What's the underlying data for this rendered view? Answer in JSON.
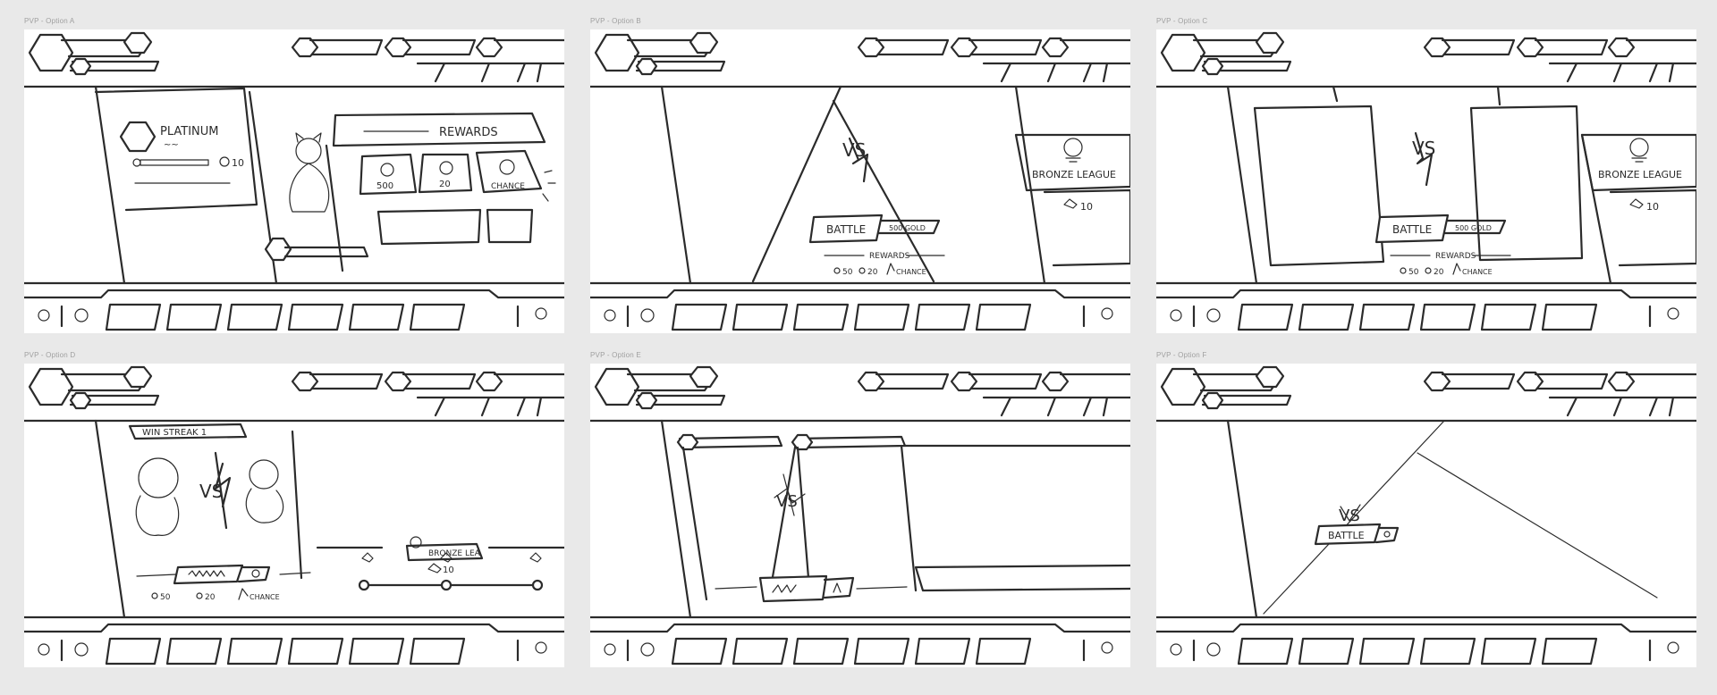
{
  "frames": [
    {
      "label": "PVP - Option A"
    },
    {
      "label": "PVP - Option B"
    },
    {
      "label": "PVP - Option C"
    },
    {
      "label": "PVP - Option D"
    },
    {
      "label": "PVP - Option E"
    },
    {
      "label": "PVP - Option F"
    }
  ],
  "option_a": {
    "rank": "PLATINUM",
    "rank_sub": "~~",
    "trophy_count": "10",
    "rewards_title": "REWARDS",
    "reward_1": "500",
    "reward_2": "20",
    "reward_3": "CHANCE"
  },
  "option_b": {
    "vs": "VS",
    "battle": "BATTLE",
    "battle_cost": "500 GOLD",
    "rewards": "REWARDS",
    "reward_gold": "50",
    "reward_gems": "20",
    "reward_chance": "CHANCE",
    "league": "BRONZE LEAGUE",
    "trophies": "10"
  },
  "option_c": {
    "vs": "VS",
    "battle": "BATTLE",
    "battle_cost": "500 GOLD",
    "rewards": "REWARDS",
    "reward_gold": "50",
    "reward_gems": "20",
    "reward_chance": "CHANCE",
    "league": "BRONZE LEAGUE",
    "trophies": "10"
  },
  "option_d": {
    "win_streak": "WIN STREAK 1",
    "vs": "VS",
    "reward_gold": "50",
    "reward_gems": "20",
    "reward_chance": "CHANCE",
    "league": "BRONZE LEA",
    "trophies": "10"
  },
  "option_e": {
    "vs": "VS"
  },
  "option_f": {
    "vs": "VS",
    "battle": "BATTLE"
  }
}
